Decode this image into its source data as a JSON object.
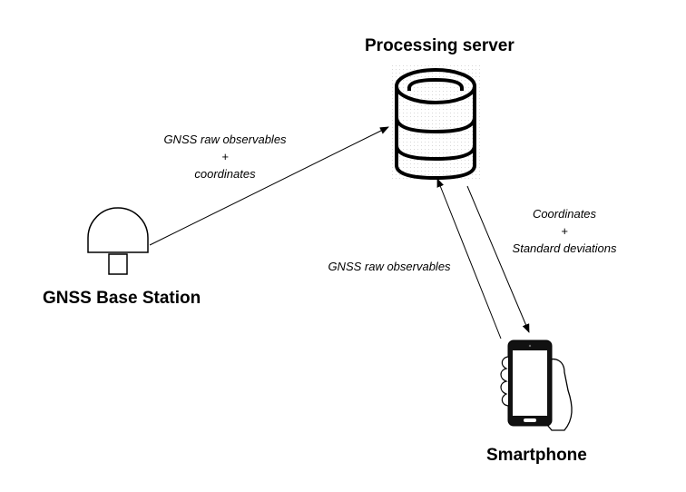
{
  "nodes": {
    "server": {
      "label": "Processing server",
      "icon": "database-icon"
    },
    "base_station": {
      "label": "GNSS Base Station",
      "icon": "gnss-antenna-icon"
    },
    "smartphone": {
      "label": "Smartphone",
      "icon": "smartphone-in-hand-icon"
    }
  },
  "edges": {
    "base_to_server": {
      "line1": "GNSS raw observables",
      "line2": "+",
      "line3": "coordinates"
    },
    "server_to_phone": {
      "line1": "Coordinates",
      "line2": "+",
      "line3": "Standard deviations"
    },
    "phone_to_server": {
      "line1": "GNSS raw observables"
    }
  }
}
